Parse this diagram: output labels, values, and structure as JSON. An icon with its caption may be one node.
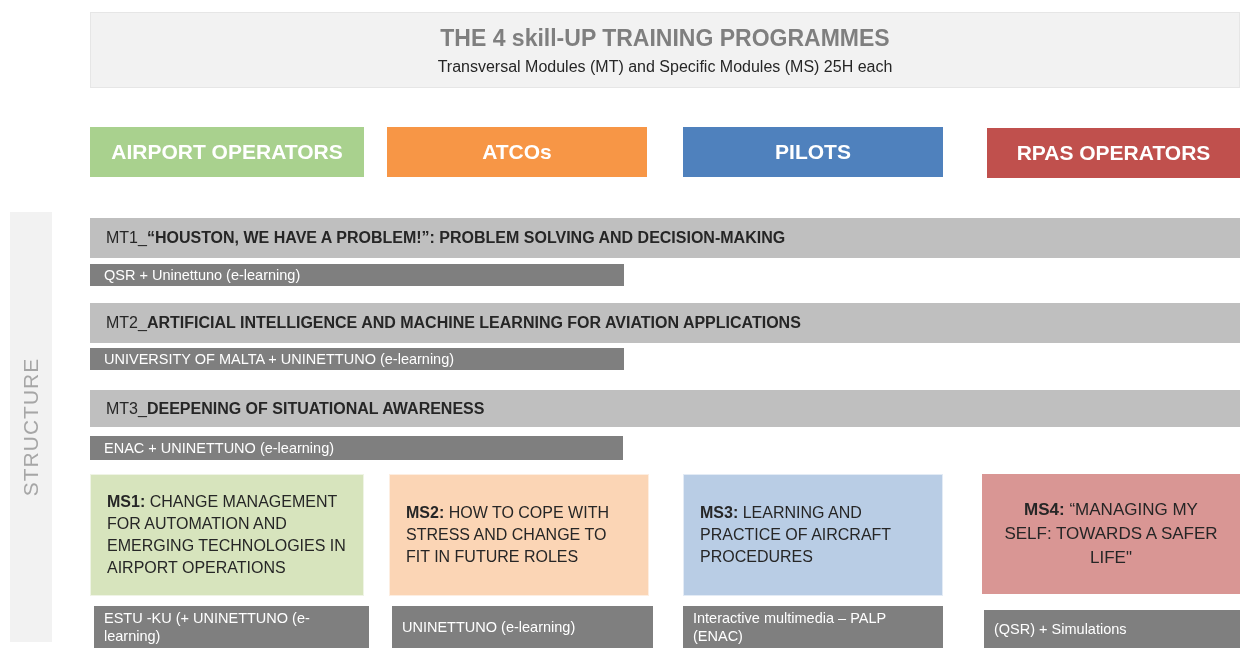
{
  "diagram": {
    "nodes": [
      {
        "text": [
          "THE 4 skill-UP TRAINING PROGRAMMES",
          "Transversal Modules (MT) and Specific Modules (MS) 25H each"
        ]
      },
      {
        "text": [
          "AIRPORT OPERATORS"
        ]
      },
      {
        "text": [
          "ATCOs"
        ]
      },
      {
        "text": [
          "PILOTS"
        ]
      },
      {
        "text": [
          "RPAS OPERATORS"
        ]
      },
      {
        "text": [
          "STRUCTURE"
        ]
      },
      {
        "text": [
          "MT1_**“HOUSTON, WE HAVE A PROBLEM!”: PROBLEM SOLVING AND DECISION-MAKING**"
        ]
      },
      {
        "text": [
          "QSR + Uninettuno (e-learning)"
        ]
      },
      {
        "text": [
          "MT2_**ARTIFICIAL INTELLIGENCE AND MACHINE LEARNING FOR AVIATION APPLICATIONS**"
        ]
      },
      {
        "text": [
          "UNIVERSITY OF MALTA + UNINETTUNO (e-learning)"
        ]
      },
      {
        "text": [
          "MT3_**DEEPENING OF SITUATIONAL AWARENESS**"
        ]
      },
      {
        "text": [
          "ENAC  + UNINETTUNO (e-learning)"
        ]
      },
      {
        "text": [
          "**MS1:** CHANGE MANAGEMENT FOR AUTOMATION AND EMERGING TECHNOLOGIES IN AIRPORT OPERATIONS"
        ]
      },
      {
        "text": [
          "**MS2:** HOW TO COPE WITH STRESS AND CHANGE TO FIT IN FUTURE ROLES"
        ]
      },
      {
        "text": [
          "**MS3:** LEARNING AND PRACTICE OF AIRCRAFT PROCEDURES"
        ]
      },
      {
        "text": [
          "**MS4:** “MANAGING MY SELF: TOWARDS A SAFER LIFE\""
        ]
      },
      {
        "text": [
          "ESTU -KU (+ UNINETTUNO (e-learning)"
        ]
      },
      {
        "text": [
          "UNINETTUNO (e-learning)"
        ]
      },
      {
        "text": [
          "Interactive multimedia – PALP (ENAC)"
        ]
      },
      {
        "text": [
          "(QSR) + Simulations"
        ]
      }
    ]
  }
}
